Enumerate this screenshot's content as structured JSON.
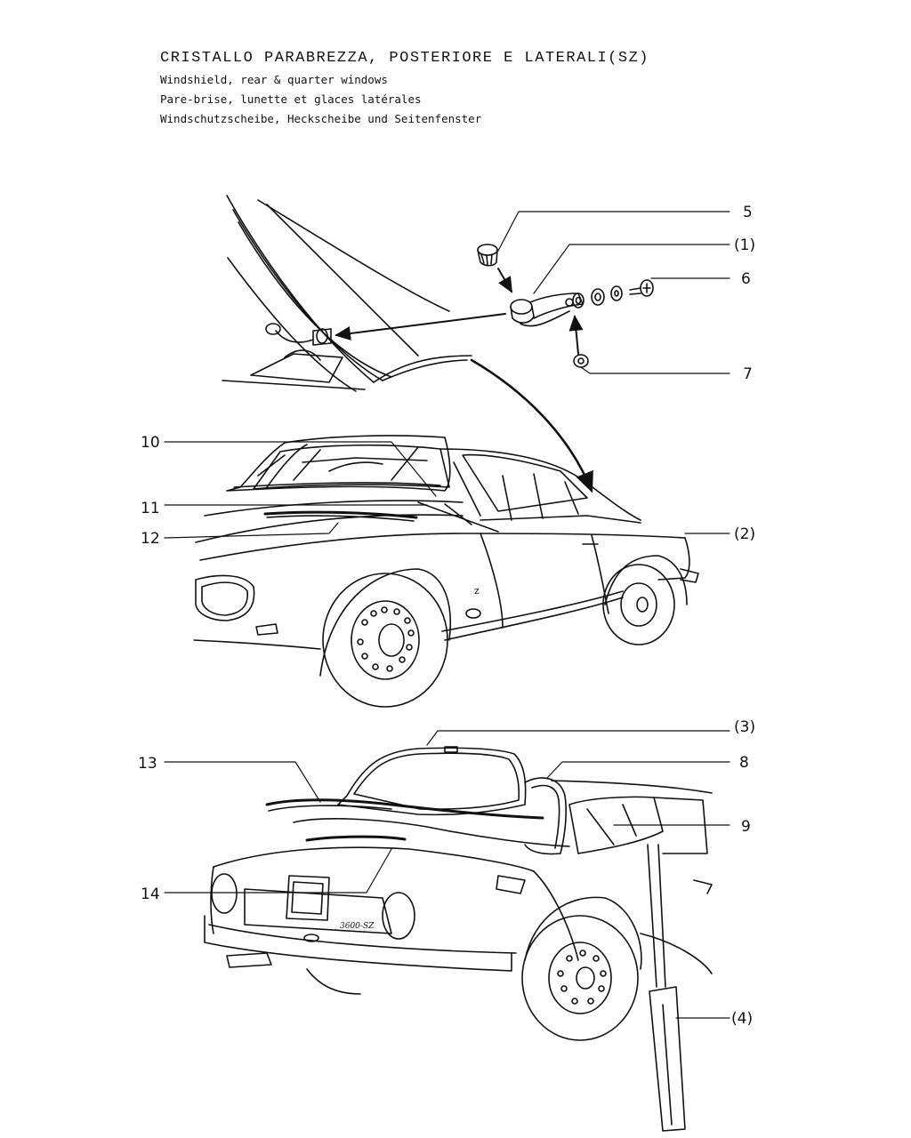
{
  "titles": {
    "italian": "CRISTALLO PARABREZZA, POSTERIORE E LATERALI(SZ)",
    "english": "Windshield, rear & quarter windows",
    "french": "Pare-brise, lunette et glaces latérales",
    "german": "Windschutzscheibe, Heckscheibe und Seitenfenster"
  },
  "callouts": {
    "c5": "5",
    "c1": "(1)",
    "c6": "6",
    "c7": "7",
    "c10": "10",
    "c11": "11",
    "c12": "12",
    "c2": "(2)",
    "c3": "(3)",
    "c13": "13",
    "c8": "8",
    "c9": "9",
    "c14": "14",
    "c4": "(4)"
  },
  "car_markings": {
    "badge": "3600-SZ",
    "z_emblem": "z"
  },
  "colors": {
    "ink": "#111111",
    "paper": "#ffffff"
  }
}
